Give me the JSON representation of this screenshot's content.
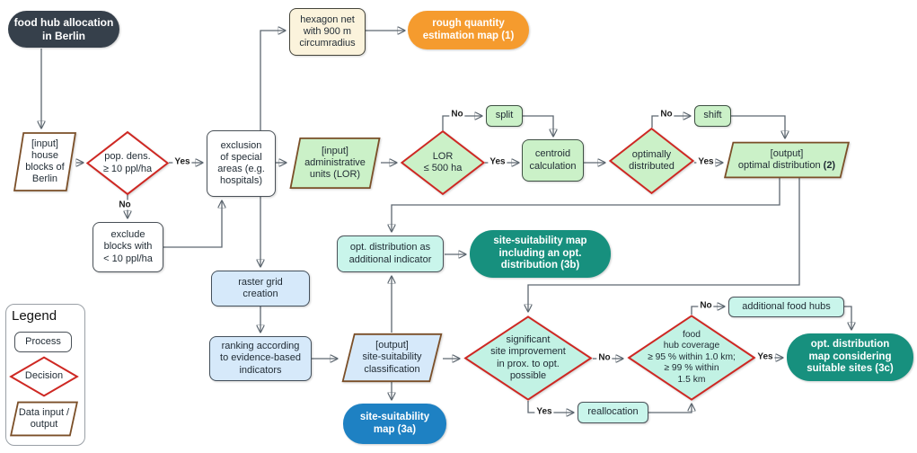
{
  "figure": {
    "background": "#ffffff"
  },
  "colors": {
    "terminal_dark": "#36404b",
    "terminal_orange": "#f59b2e",
    "terminal_teal": "#17907e",
    "terminal_blue": "#1e81c3",
    "fill_green": "#cbf1c8",
    "fill_blue": "#d6e9fa",
    "fill_cyan": "#c9f5eb",
    "fill_cream": "#fbf3dc",
    "decision_border": "#ce2823",
    "data_io_border": "#7b4f28",
    "process_border": "#4a5158",
    "arrow": "#5d6770"
  },
  "nodes": {
    "start": {
      "label": "food hub allocation\nin Berlin"
    },
    "house_blocks": {
      "label": "[input]\nhouse\nblocks of\nBerlin"
    },
    "pop_dens": {
      "label": "pop. dens.\n≥ 10 ppl/ha"
    },
    "exclude_blocks": {
      "label": "exclude\nblocks with\n< 10 ppl/ha"
    },
    "exclusion": {
      "label": "exclusion\nof special\nareas (e.g.\nhospitals)"
    },
    "hexagon_net": {
      "label": "hexagon net\nwith 900 m\ncircumradius"
    },
    "rough_quantity_map": {
      "label": "rough quantity\nestimation map (1)"
    },
    "admin_units": {
      "label": "[input]\nadministrative\nunits (LOR)"
    },
    "lor_size": {
      "label": "LOR\n≤ 500 ha"
    },
    "split": {
      "label": "split"
    },
    "centroid": {
      "label": "centroid\ncalculation"
    },
    "optimally_distributed": {
      "label": "optimally\ndistributed"
    },
    "shift": {
      "label": "shift"
    },
    "optimal_distribution": {
      "line1": "[output]",
      "line2": "optimal distribution",
      "line2_bold": "(2)"
    },
    "raster_grid": {
      "label": "raster grid\ncreation"
    },
    "ranking": {
      "label": "ranking according\nto evidence-based\nindicators"
    },
    "site_suitability_classification": {
      "label": "[output]\nsite-suitability\nclassification"
    },
    "opt_dist_indicator": {
      "label": "opt. distribution as\nadditional indicator"
    },
    "map_3b": {
      "label": "site-suitability map\nincluding an opt.\ndistribution (3b)"
    },
    "map_3a": {
      "label": "site-suitability\nmap (3a)"
    },
    "significant_improvement": {
      "label": "significant\nsite improvement\nin prox. to opt.\npossible"
    },
    "reallocation": {
      "label": "reallocation"
    },
    "coverage": {
      "label": "food\nhub coverage\n≥ 95 % within 1.0 km;\n≥ 99 % within\n1.5 km"
    },
    "additional_hubs": {
      "label": "additional food hubs"
    },
    "map_3c": {
      "label": "opt. distribution\nmap considering\nsuitable sites (3c)"
    }
  },
  "edge_labels": {
    "pop_dens_yes": "Yes",
    "pop_dens_no": "No",
    "lor_yes": "Yes",
    "lor_no": "No",
    "opt_dist_yes": "Yes",
    "opt_dist_no": "No",
    "significant_no": "No",
    "significant_yes": "Yes",
    "coverage_no": "No",
    "coverage_yes": "Yes"
  },
  "legend": {
    "title": "Legend",
    "items": [
      {
        "label": "Process"
      },
      {
        "label": "Decision"
      },
      {
        "label": "Data input /\noutput"
      }
    ]
  }
}
